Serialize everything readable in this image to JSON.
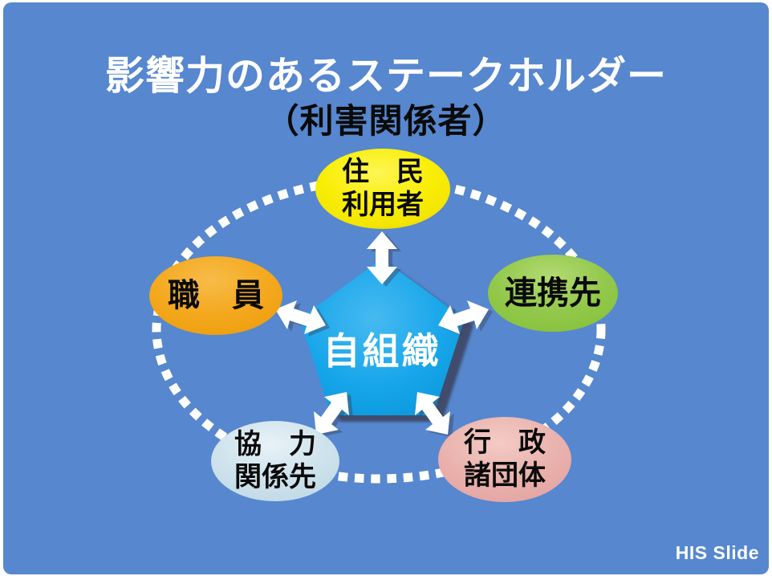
{
  "slide": {
    "title": "影響力のあるステークホルダー",
    "subtitle": "（利害関係者）",
    "center_label": "自組織",
    "watermark": "HIS Slide",
    "stakeholders": {
      "residents": {
        "line1": "住　民",
        "line2": "利用者",
        "color": "#f3e500"
      },
      "staff": {
        "line1": "職　員",
        "color": "#f0a112"
      },
      "partners": {
        "line1": "連携先",
        "color": "#8ac340"
      },
      "cooperation": {
        "line1": "協　力",
        "line2": "関係先",
        "color": "#c3dbe7"
      },
      "government": {
        "line1": "行　政",
        "line2": "諸団体",
        "color": "#e5a7a4"
      }
    },
    "colors": {
      "slide_background": "#5687cf",
      "frame": "#ffffff",
      "pentagon": "#18a6ea",
      "pentagon_shadow": "#3e4560",
      "connector_dots": "#ffffff",
      "title_text": "#ffffff",
      "subtitle_text": "#0a0a0a",
      "bubble_text": "#0a0a0a"
    }
  }
}
